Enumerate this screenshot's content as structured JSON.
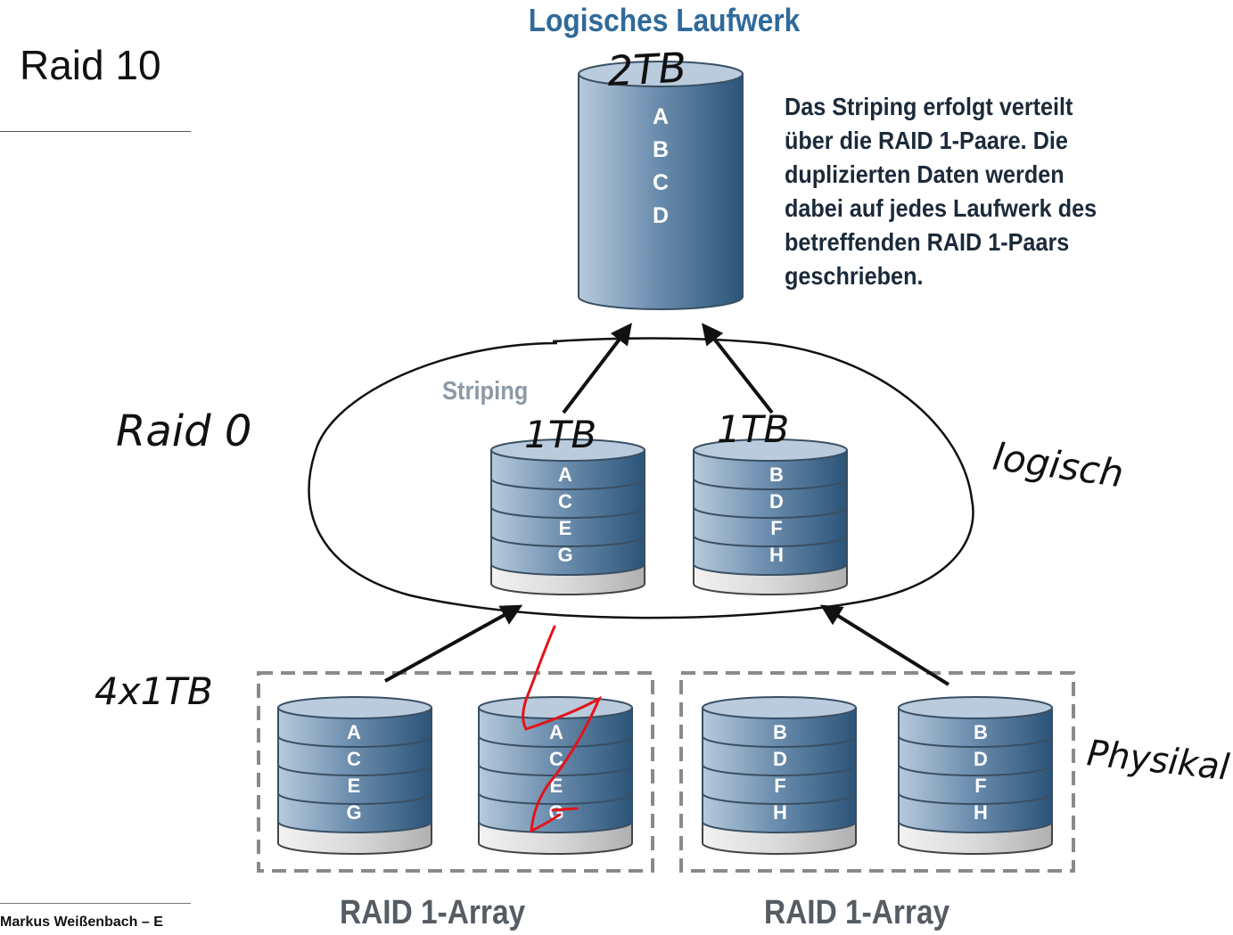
{
  "slide": {
    "title": "Raid 10",
    "footer": "Markus Weißenbach – E"
  },
  "diagram": {
    "heading": "Logisches Laufwerk",
    "description_lines": [
      "Das Striping erfolgt verteilt",
      "über die RAID 1-Paare. Die",
      "duplizierten Daten werden",
      "dabei auf jedes Laufwerk des",
      "betreffenden RAID 1-Paars",
      "geschrieben."
    ],
    "striping_label": "Striping",
    "logical_drive": {
      "letters": [
        "A",
        "B",
        "C",
        "D"
      ]
    },
    "stripe_drives": [
      {
        "letters": [
          "A",
          "C",
          "E",
          "G"
        ]
      },
      {
        "letters": [
          "B",
          "D",
          "F",
          "H"
        ]
      }
    ],
    "physical_drives": [
      {
        "letters": [
          "A",
          "C",
          "E",
          "G"
        ]
      },
      {
        "letters": [
          "A",
          "C",
          "E",
          "G"
        ]
      },
      {
        "letters": [
          "B",
          "D",
          "F",
          "H"
        ]
      },
      {
        "letters": [
          "B",
          "D",
          "F",
          "H"
        ]
      }
    ],
    "array_labels": [
      "RAID 1-Array",
      "RAID 1-Array"
    ]
  },
  "handwriting": {
    "logical_capacity": "2TB",
    "stripe_capacity_left": "1TB",
    "stripe_capacity_right": "1TB",
    "raid0_note": "Raid 0",
    "logical_note": "logisch",
    "physical_note": "Physikal",
    "disks_note": "4x1TB"
  },
  "colors": {
    "heading": "#2f6a9a",
    "drive_dark": "#2b5478",
    "drive_light": "#b4c8da",
    "drive_base": "#d6d6d6",
    "handwriting": "#000000",
    "failure_mark": "#e3141b"
  }
}
